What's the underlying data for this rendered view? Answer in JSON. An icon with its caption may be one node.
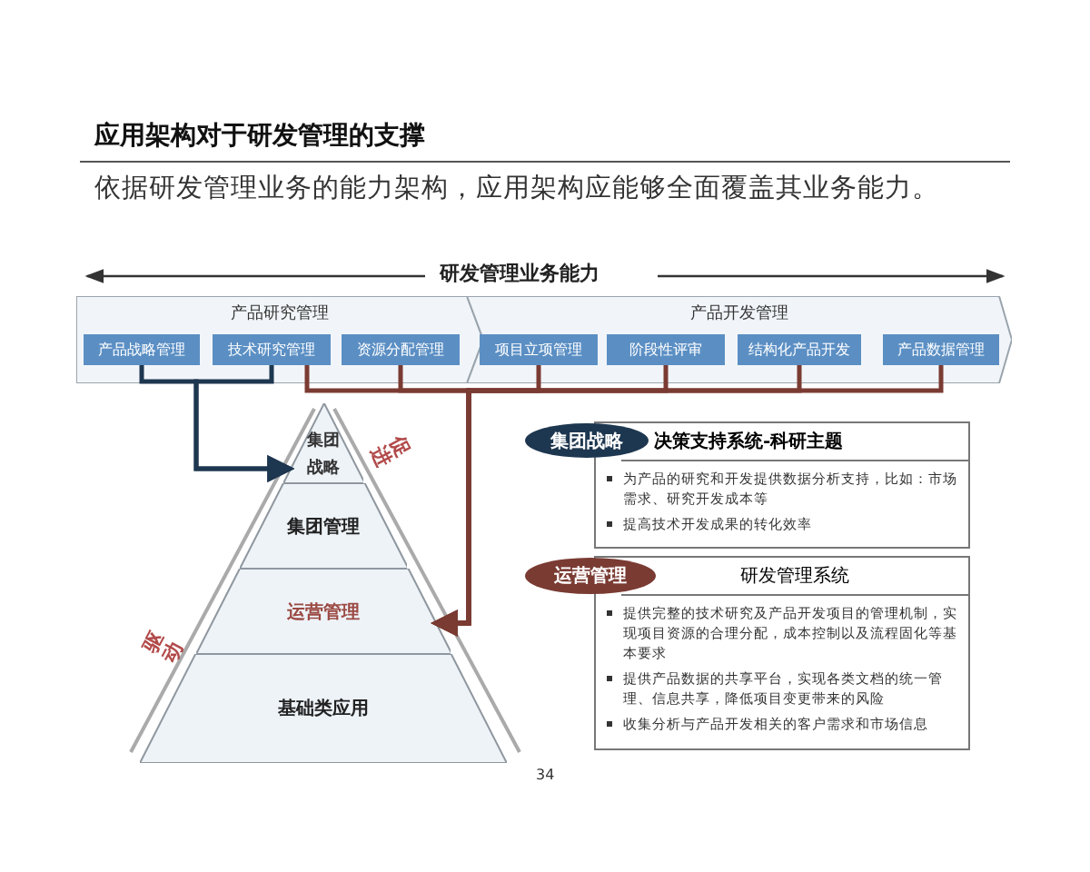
{
  "diagram": {
    "title": "应用架构对于研发管理的支撑",
    "nodes": [
      {
        "text": [
          "产品研究管理"
        ]
      },
      {
        "text": [
          "产品战略管理"
        ],
        "in": 0
      },
      {
        "text": [
          "技术研究管理"
        ],
        "in": 0
      },
      {
        "text": [
          "资源分配管理"
        ],
        "in": 0
      },
      {
        "text": [
          "产品开发管理"
        ]
      },
      {
        "text": [
          "项目立项管理"
        ],
        "in": 4
      },
      {
        "text": [
          "阶段性评审"
        ],
        "in": 4
      },
      {
        "text": [
          "结构化产品开发"
        ],
        "in": 4
      },
      {
        "text": [
          "产品数据管理"
        ],
        "in": 4
      },
      {
        "text": [
          "集团战略"
        ]
      },
      {
        "text": [
          "集团管理"
        ]
      },
      {
        "text": [
          "运营管理"
        ]
      },
      {
        "text": [
          "基础类应用"
        ]
      },
      {
        "text": [
          "集团战略"
        ]
      },
      {
        "text": [
          "决策支持系统-科研主题",
          "为产品的研究和开发提供数据分析支持，比如：市场需求、研究开发成本等",
          "提高技术开发成果的转化效率"
        ]
      },
      {
        "text": [
          "运营管理"
        ]
      },
      {
        "text": [
          "研发管理系统",
          "提供完整的技术研究及产品开发项目的管理机制，实现项目资源的合理分配，成本控制以及流程固化等基本要求",
          "提供产品数据的共享平台，实现各类文档的统一管理、信息共享，降低项目变更带来的风险",
          "收集分析与产品开发相关的客户需求和市场信息"
        ]
      }
    ],
    "edges": [
      {
        "from": 1,
        "to": 9,
        "arrow": "to",
        "color": "#1e3750"
      },
      {
        "from": 2,
        "to": 9,
        "arrow": "to",
        "color": "#1e3750"
      },
      {
        "from": 2,
        "to": 11,
        "arrow": "to"
      },
      {
        "from": 3,
        "to": 11,
        "arrow": "to"
      },
      {
        "from": 5,
        "to": 11,
        "arrow": "to"
      },
      {
        "from": 6,
        "to": 11,
        "arrow": "to"
      },
      {
        "from": 7,
        "to": 11,
        "arrow": "to"
      },
      {
        "from": 8,
        "to": 11,
        "arrow": "to"
      }
    ],
    "labels": [
      "依据研发管理业务的能力架构，应用架构应能够全面覆盖其业务能力。",
      "研发管理业务能力",
      "促进",
      "驱动",
      "34"
    ]
  }
}
